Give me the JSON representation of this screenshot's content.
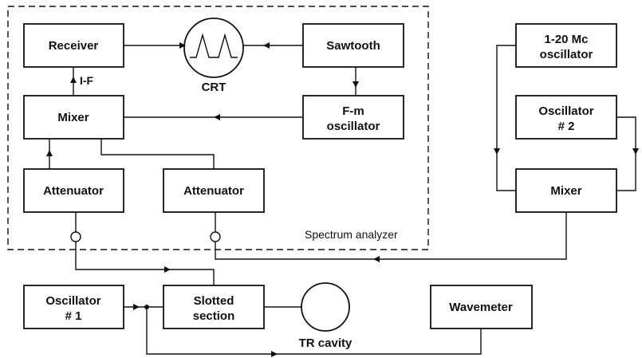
{
  "labels": {
    "receiver": "Receiver",
    "crt": "CRT",
    "sawtooth": "Sawtooth",
    "if": "I-F",
    "mixer1": "Mixer",
    "fm_line1": "F-m",
    "fm_line2": "oscillator",
    "attenuator1": "Attenuator",
    "attenuator2": "Attenuator",
    "spectrum_analyzer": "Spectrum analyzer",
    "osc_120_line1": "1-20 Mc",
    "osc_120_line2": "oscillator",
    "osc2_line1": "Oscillator",
    "osc2_line2": "# 2",
    "mixer2": "Mixer",
    "osc1_line1": "Oscillator",
    "osc1_line2": "# 1",
    "slotted_line1": "Slotted",
    "slotted_line2": "section",
    "tr_cavity": "TR cavity",
    "wavemeter": "Wavemeter"
  }
}
